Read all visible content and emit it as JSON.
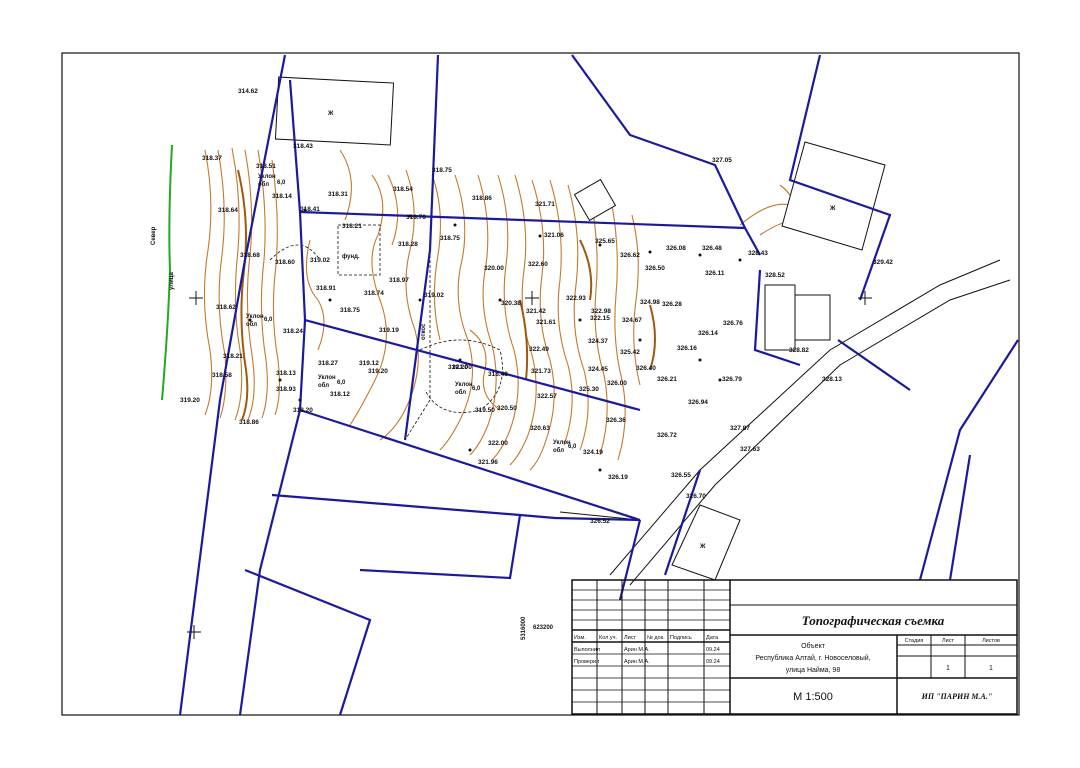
{
  "map": {
    "road_name": "улица",
    "north_label": "Север",
    "house_mark": "Ж",
    "foundation_label": "фунд.",
    "slope_mark": "откос",
    "slope_label_line1": "Уклон",
    "slope_label_line2": "обл",
    "slope_value": "6,0",
    "coord_label_y": "5316000",
    "coord_label_x": "623200"
  },
  "elevations": [
    "314.62",
    "318.43",
    "318.75",
    "327.05",
    "318.37",
    "318.51",
    "318.54",
    "318.64",
    "318.14",
    "318.31",
    "318.41",
    "318.76",
    "318.86",
    "321.71",
    "318.21",
    "318.28",
    "318.75",
    "321.06",
    "325.65",
    "326.08",
    "326.48",
    "328.43",
    "318.68",
    "318.60",
    "319.02",
    "320.00",
    "322.60",
    "322.93",
    "326.62",
    "326.50",
    "326.11",
    "328.52",
    "329.42",
    "318.91",
    "318.74",
    "318.97",
    "319.02",
    "320.38",
    "321.42",
    "322.98",
    "324.98",
    "326.28",
    "318.62",
    "318.75",
    "318.24",
    "319.19",
    "321.61",
    "322.15",
    "324.37",
    "324.67",
    "326.14",
    "326.76",
    "328.82",
    "318.21",
    "319.20",
    "318.27",
    "319.12",
    "319.20",
    "321.00",
    "322.49",
    "325.42",
    "326.16",
    "318.13",
    "318.93",
    "318.48",
    "321.73",
    "324.45",
    "326.40",
    "326.21",
    "326.79",
    "319.20",
    "318.12",
    "319.50",
    "320.50",
    "322.57",
    "325.30",
    "326.00",
    "326.94",
    "327.87",
    "318.58",
    "318.86",
    "318.20",
    "320.63",
    "326.36",
    "326.72",
    "327.63",
    "321.96",
    "322.00",
    "324.19",
    "326.55",
    "326.19",
    "326.52",
    "326.70",
    "328.13"
  ],
  "title_block": {
    "title": "Топографическая съемка",
    "scale": "М 1:500",
    "object_line1": "Объект",
    "object_line2": "Республика Алтай, г. Новоселовый,",
    "object_line3": "улица Найма, 98",
    "company": "ИП \"ПАРИН М.А.\"",
    "stage_header": "Стадия",
    "sheet_header": "Лист",
    "sheets_header": "Листов",
    "sheet_value": "1",
    "sheets_value": "1",
    "col_headers": [
      "Изм.",
      "Кол.уч.",
      "Лист",
      "№ док.",
      "Подпись",
      "Дата"
    ],
    "row1": [
      "Выполнил",
      "",
      "Арин М.А.",
      "",
      "",
      "09.24"
    ],
    "row2": [
      "Проверил",
      "",
      "Арин М.А.",
      "",
      "",
      "09.24"
    ]
  },
  "colors": {
    "parcel": "#1a1a9e",
    "contour": "#c47a2b",
    "contour_index": "#a0580f",
    "green_line": "#22aa22",
    "ink": "#111111"
  }
}
